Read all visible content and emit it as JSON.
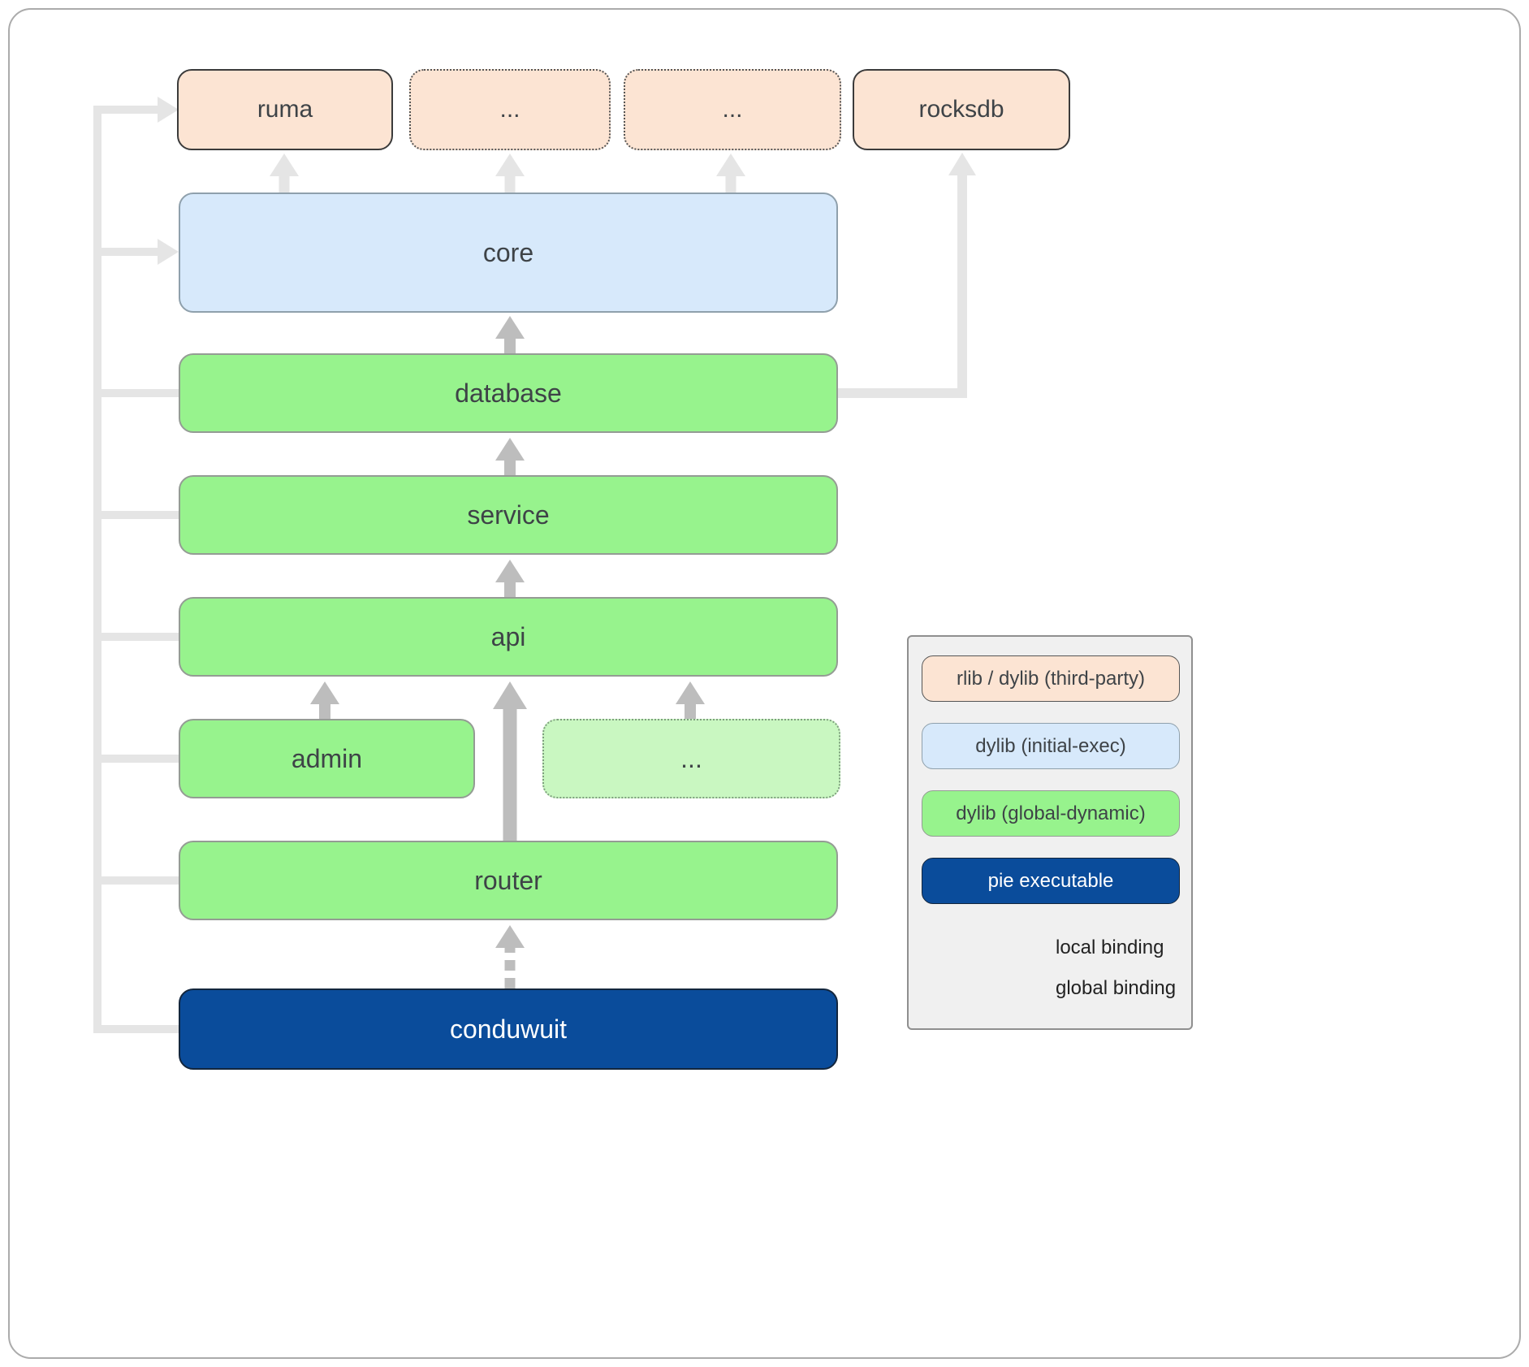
{
  "diagram": {
    "nodes": {
      "ruma": {
        "label": "ruma",
        "kind": "third-party"
      },
      "dots_top_1": {
        "label": "...",
        "kind": "third-party-dotted"
      },
      "dots_top_2": {
        "label": "...",
        "kind": "third-party-dotted"
      },
      "rocksdb": {
        "label": "rocksdb",
        "kind": "third-party"
      },
      "core": {
        "label": "core",
        "kind": "initial-exec"
      },
      "database": {
        "label": "database",
        "kind": "global-dynamic"
      },
      "service": {
        "label": "service",
        "kind": "global-dynamic"
      },
      "api": {
        "label": "api",
        "kind": "global-dynamic"
      },
      "admin": {
        "label": "admin",
        "kind": "global-dynamic"
      },
      "dots_mid": {
        "label": "...",
        "kind": "global-dynamic-dotted"
      },
      "router": {
        "label": "router",
        "kind": "global-dynamic"
      },
      "conduwuit": {
        "label": "conduwuit",
        "kind": "pie-executable"
      }
    },
    "legend": {
      "items": [
        {
          "label": "rlib / dylib (third-party)",
          "type": "third-party"
        },
        {
          "label": "dylib (initial-exec)",
          "type": "initial-exec"
        },
        {
          "label": "dylib (global-dynamic)",
          "type": "global-dynamic"
        },
        {
          "label": "pie executable",
          "type": "pie-executable"
        }
      ],
      "local_binding_label": "local binding",
      "global_binding_label": "global binding"
    },
    "colors": {
      "third_party_fill": "#fce4d3",
      "initial_exec_fill": "#d7e9fb",
      "global_dynamic_fill": "#97f38d",
      "global_dynamic_faded_fill": "#c9f7c1",
      "pie_executable_fill": "#0a4c9b",
      "arrow_light": "#e5e5e5",
      "arrow_medium": "#bdbdbd"
    }
  }
}
